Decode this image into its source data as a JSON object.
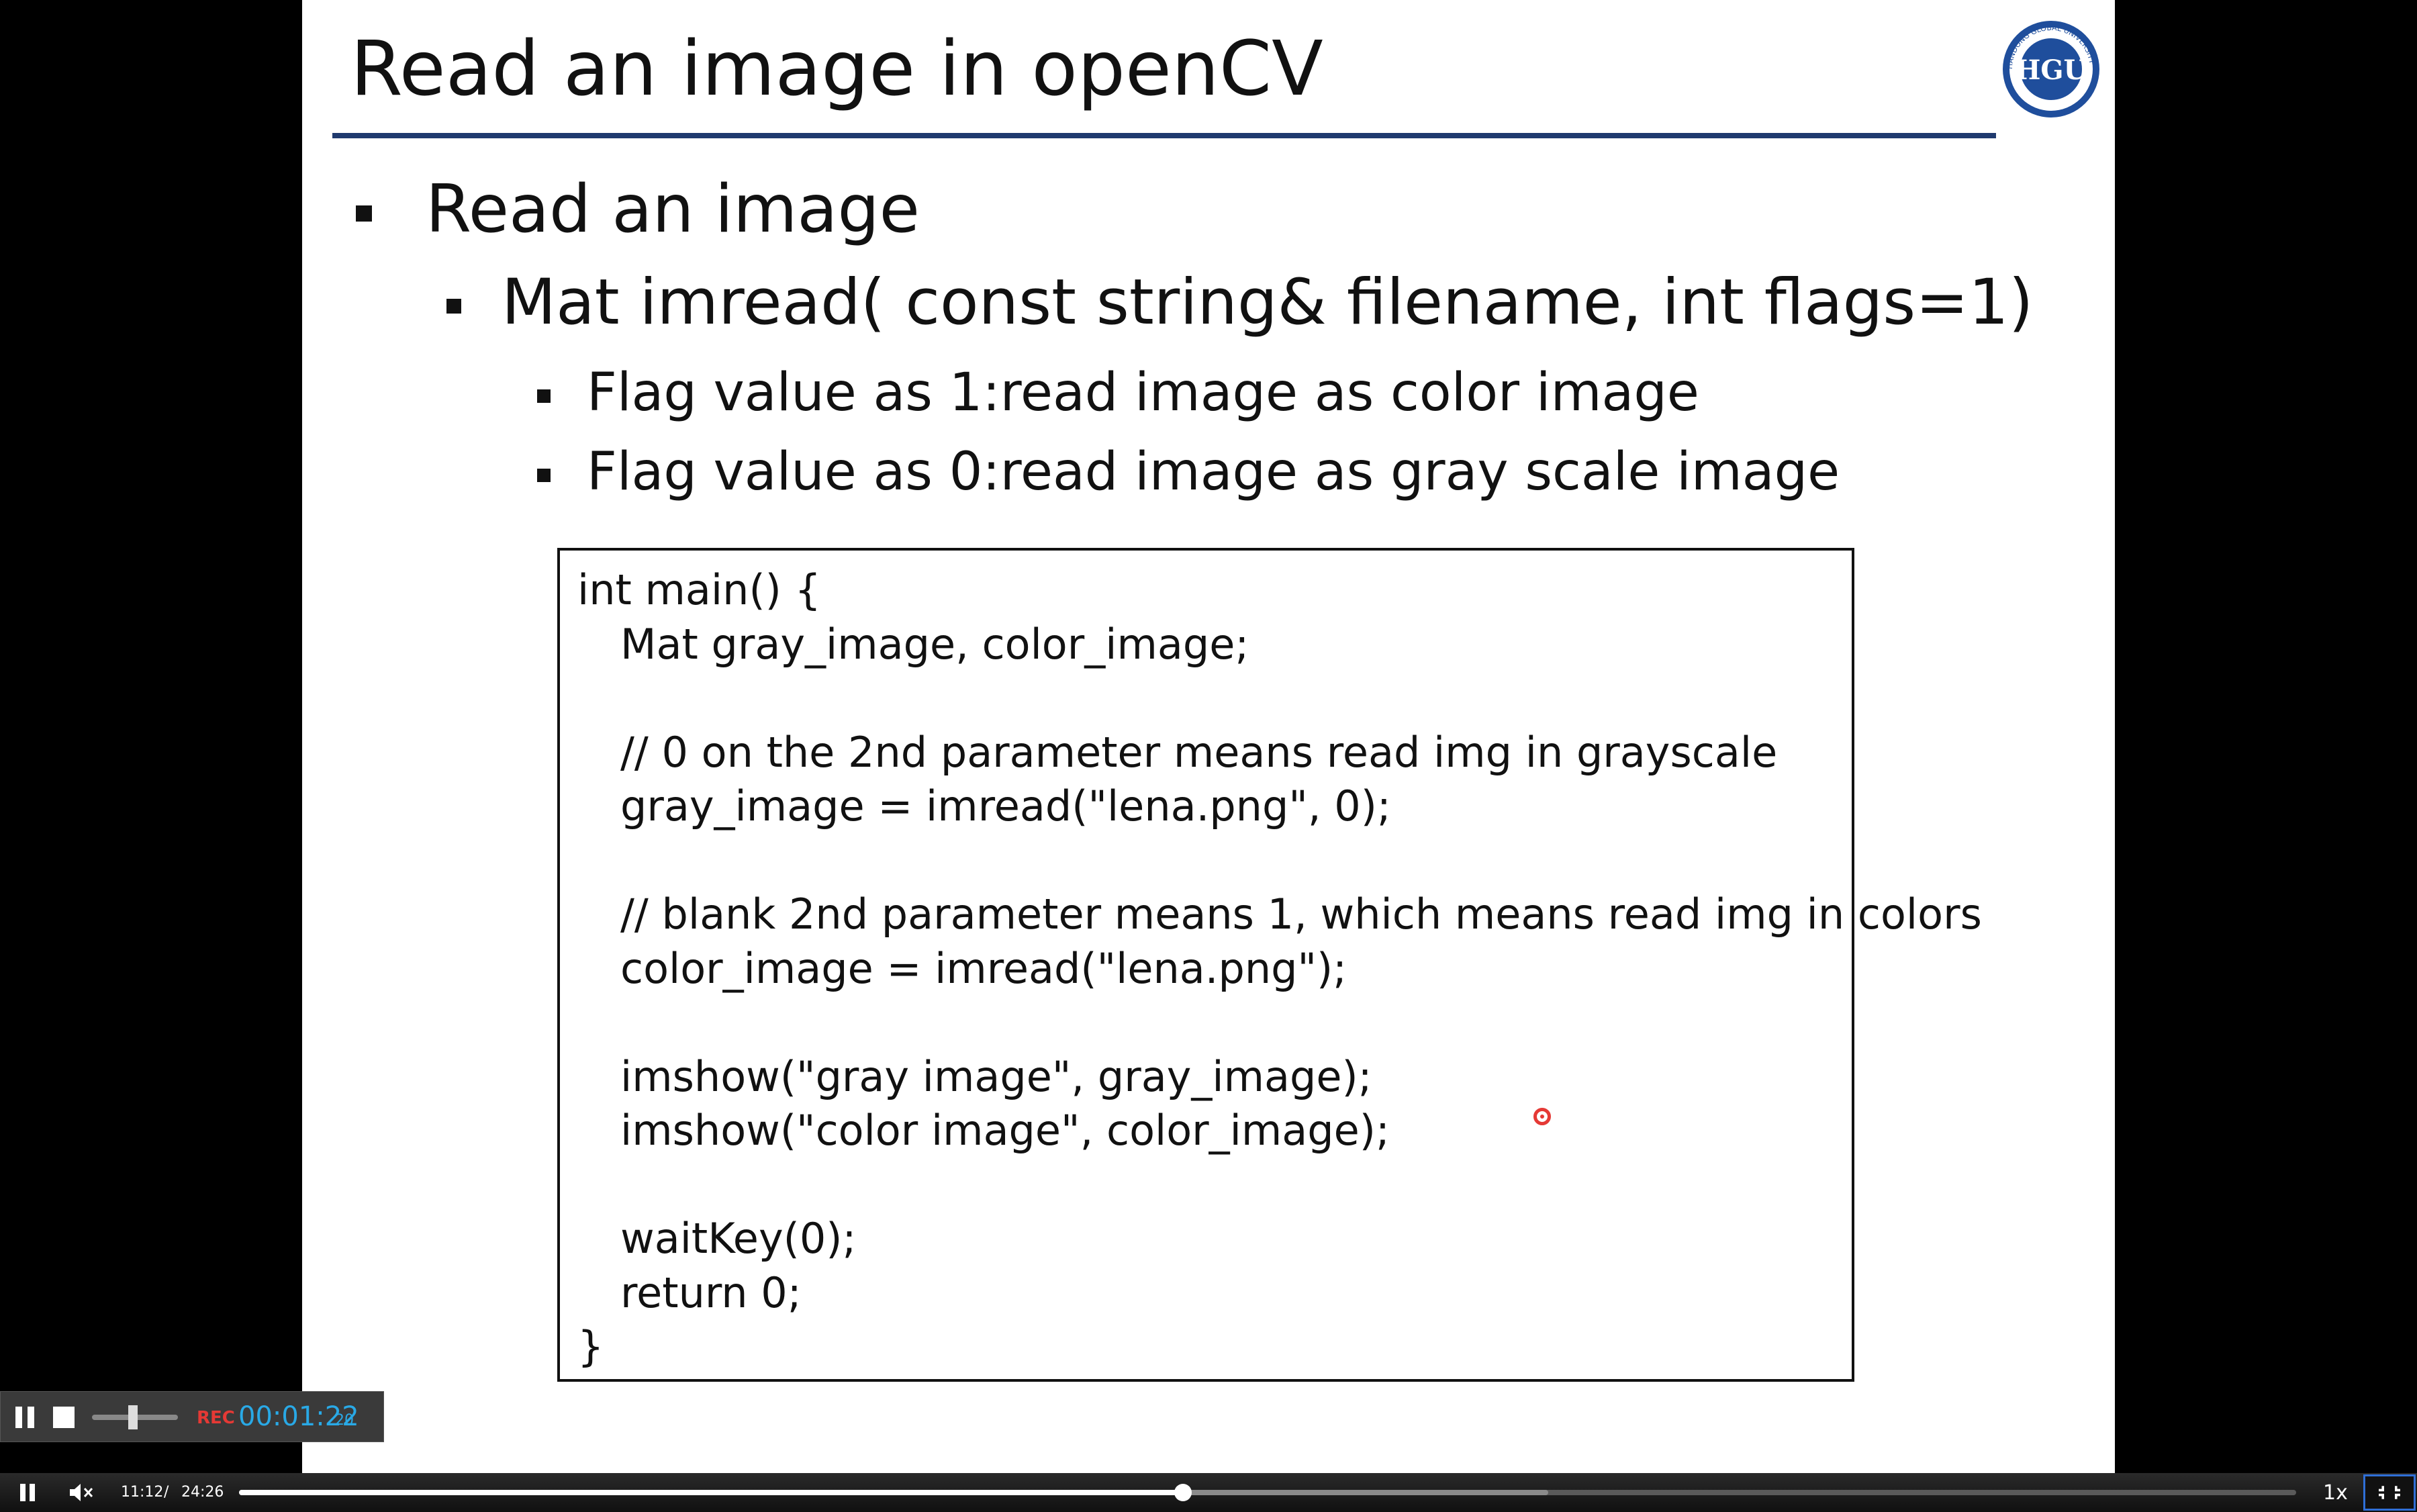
{
  "slide": {
    "title": "Read an image in openCV",
    "bullets": {
      "level1": "Read an image",
      "level2": "Mat imread( const string& filename, int flags=1)",
      "level3a": "Flag value as 1:read image as color image",
      "level3b": "Flag value as 0:read image as gray scale image"
    },
    "code": [
      {
        "text": "int main() {",
        "indent": 0
      },
      {
        "text": "Mat gray_image, color_image;",
        "indent": 1
      },
      {
        "text": "",
        "indent": 1
      },
      {
        "text": "// 0 on the 2nd parameter means read img in grayscale",
        "indent": 1
      },
      {
        "text": "gray_image = imread(\"lena.png\", 0);",
        "indent": 1
      },
      {
        "text": "",
        "indent": 1
      },
      {
        "text": "// blank 2nd parameter means 1, which means read img in colors",
        "indent": 1
      },
      {
        "text": "color_image = imread(\"lena.png\");",
        "indent": 1
      },
      {
        "text": "",
        "indent": 1
      },
      {
        "text": "imshow(\"gray image\", gray_image);",
        "indent": 1
      },
      {
        "text": "imshow(\"color image\", color_image);",
        "indent": 1
      },
      {
        "text": "",
        "indent": 1
      },
      {
        "text": "waitKey(0);",
        "indent": 1
      },
      {
        "text": "return 0;",
        "indent": 1
      },
      {
        "text": "}",
        "indent": 0
      }
    ],
    "logo_icon": "hgu-university-seal-icon",
    "logo_text": "HGU",
    "logo_ring_text": "HANDONG GLOBAL UNIVERSITY",
    "pointer_icon": "laser-pointer-icon",
    "accent_color": "#1f3a6e"
  },
  "recorder": {
    "pause_icon": "pause-icon",
    "stop_icon": "stop-icon",
    "rec_label": "REC",
    "elapsed": "00:01:22",
    "fps": "20"
  },
  "player": {
    "pause_icon": "pause-icon",
    "mute_icon": "volume-muted-icon",
    "current_time": "11:12",
    "separator": "/",
    "duration": "24:26",
    "progress": 0.459,
    "speed": "1x",
    "exit_fullscreen_icon": "exit-fullscreen-icon"
  }
}
